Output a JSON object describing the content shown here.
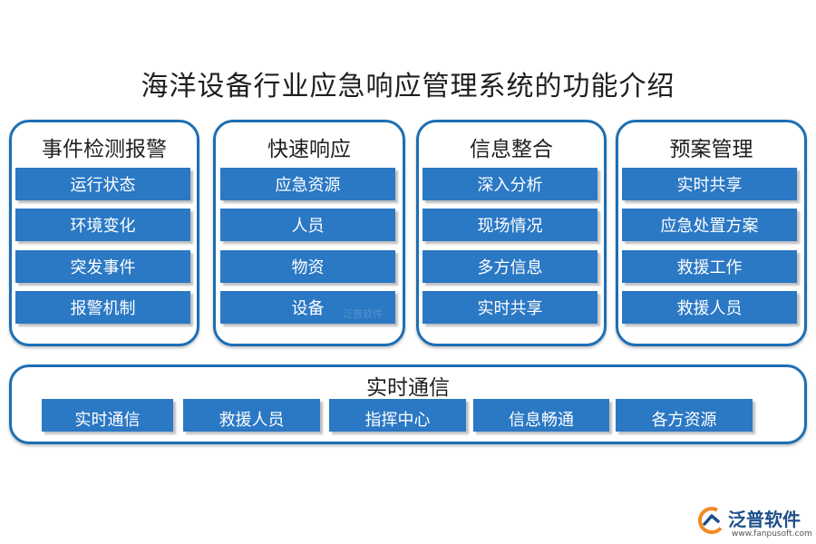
{
  "title": "海洋设备行业应急响应管理系统的功能介绍",
  "panels": [
    {
      "title": "事件检测报警",
      "items": [
        "运行状态",
        "环境变化",
        "突发事件",
        "报警机制"
      ]
    },
    {
      "title": "快速响应",
      "items": [
        "应急资源",
        "人员",
        "物资",
        "设备"
      ]
    },
    {
      "title": "信息整合",
      "items": [
        "深入分析",
        "现场情况",
        "多方信息",
        "实时共享"
      ]
    },
    {
      "title": "预案管理",
      "items": [
        "实时共享",
        "应急处置方案",
        "救援工作",
        "救援人员"
      ]
    }
  ],
  "bottom_panel": {
    "title": "实时通信",
    "items": [
      "实时通信",
      "救援人员",
      "指挥中心",
      "信息畅通",
      "各方资源"
    ]
  },
  "watermark": "泛普软件",
  "logo": {
    "name": "泛普软件",
    "url": "www.fanpusoft.com",
    "icon": "fanpu-logo-icon"
  },
  "colors": {
    "panel_border": "#1d6fb3",
    "item_fill": "#2b78c4",
    "item_text": "#ffffff"
  }
}
